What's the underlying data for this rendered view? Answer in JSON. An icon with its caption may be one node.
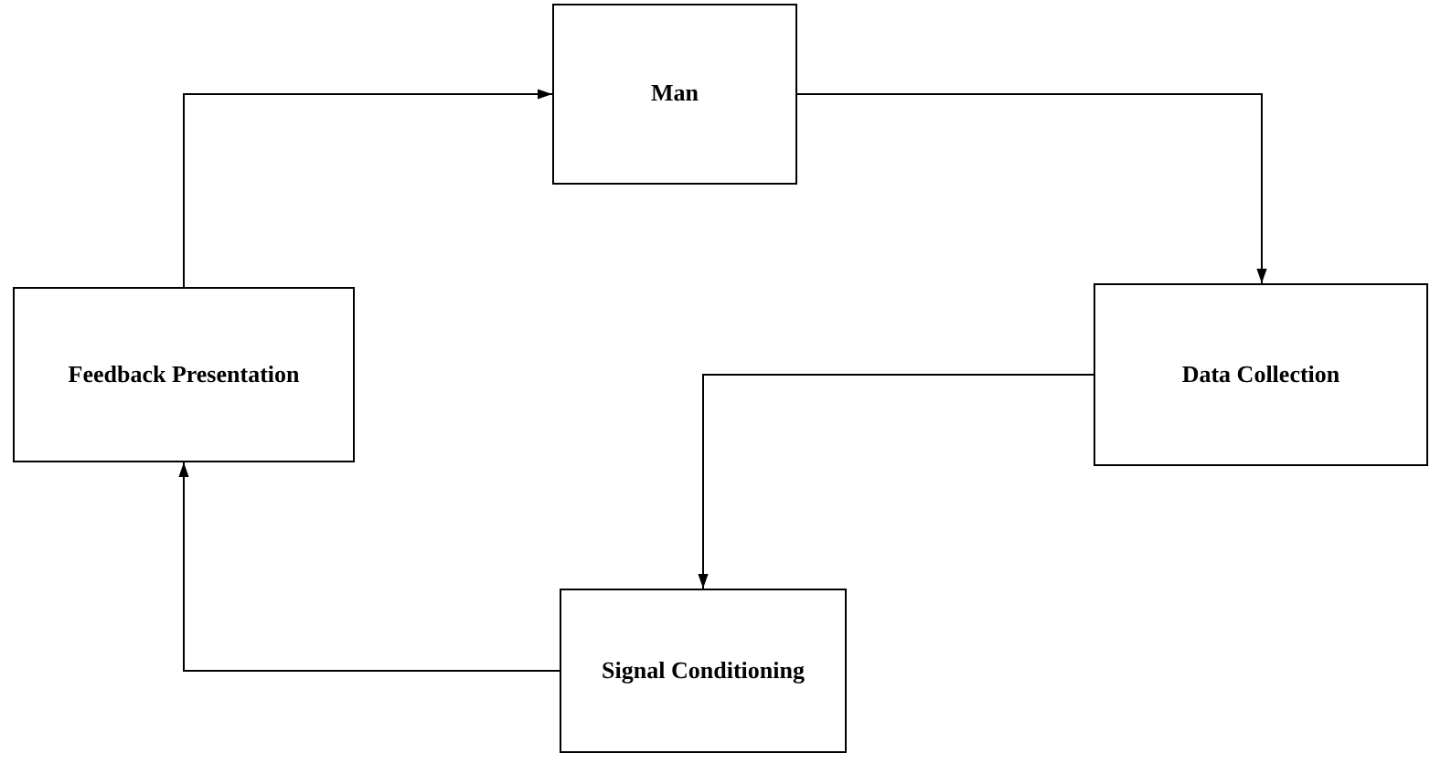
{
  "diagram": {
    "nodes": [
      {
        "text": [
          "Man"
        ]
      },
      {
        "text": [
          "Data Collection"
        ]
      },
      {
        "text": [
          "Signal Conditioning"
        ]
      },
      {
        "text": [
          "Feedback Presentation"
        ]
      }
    ],
    "edges": [
      {
        "from": 0,
        "to": 1,
        "arrow": "to"
      },
      {
        "from": 1,
        "to": 2,
        "arrow": "to"
      },
      {
        "from": 2,
        "to": 3,
        "arrow": "to"
      },
      {
        "from": 3,
        "to": 0,
        "arrow": "to"
      }
    ]
  }
}
